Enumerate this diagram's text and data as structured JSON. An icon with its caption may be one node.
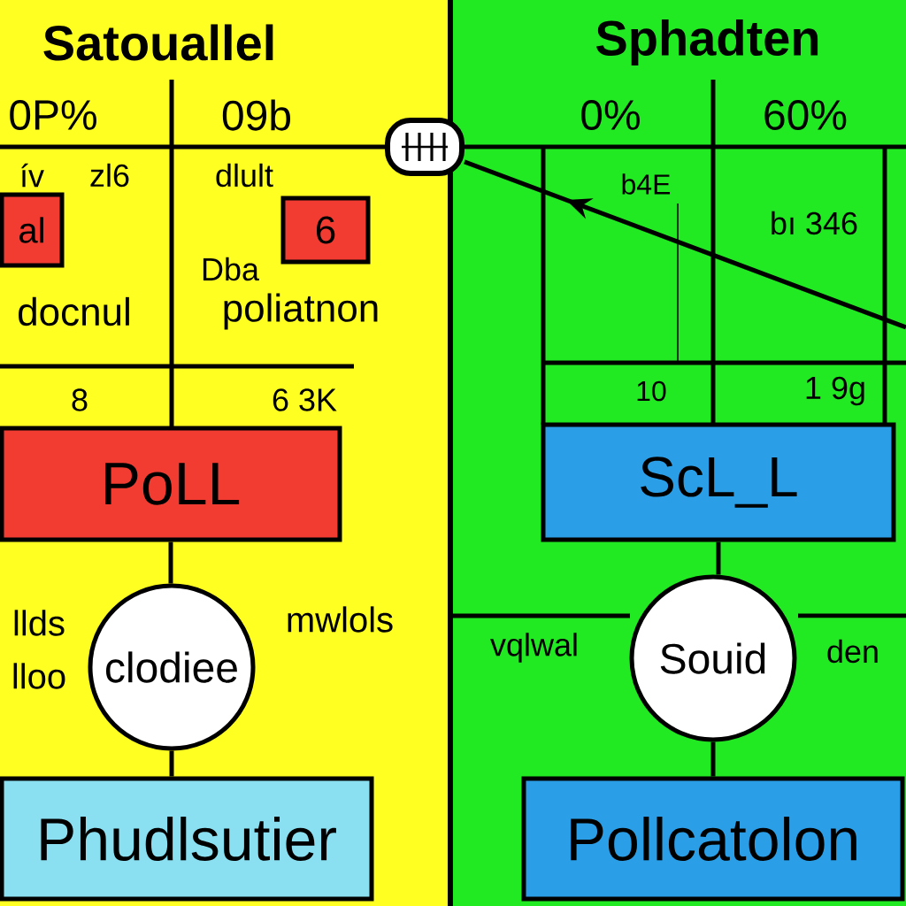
{
  "diagram": {
    "nodes": [
      {
        "text": [
          "Satouallel"
        ]
      },
      {
        "text": [
          "Sphadten"
        ]
      },
      {
        "text": [
          "al"
        ],
        "in": 0
      },
      {
        "text": [
          "6"
        ],
        "in": 0
      },
      {
        "text": [
          "PoLL"
        ],
        "in": 0
      },
      {
        "text": [
          "clodiee"
        ],
        "in": 0
      },
      {
        "text": [
          "Phudlsutier"
        ],
        "in": 0
      },
      {
        "text": [
          "ScL_L"
        ],
        "in": 1
      },
      {
        "text": [
          "Souid"
        ],
        "in": 1
      },
      {
        "text": [
          "Pollcatolon"
        ],
        "in": 1
      },
      {
        "text": [],
        "shape": "circle"
      }
    ],
    "edges": [
      {
        "from": 4,
        "to": 5,
        "arrow": "none"
      },
      {
        "from": 5,
        "to": 6,
        "arrow": "none"
      },
      {
        "from": 7,
        "to": 8,
        "arrow": "none"
      },
      {
        "from": 8,
        "to": 9,
        "arrow": "none"
      },
      {
        "from": 1,
        "to": 10,
        "arrow": "to"
      }
    ],
    "labels": [
      "0P%",
      "09b",
      "0%",
      "60%",
      "ív",
      "zl6",
      "dlult",
      "b4E",
      "bı 346",
      "Dba",
      "docnul",
      "poliatnon",
      "8",
      "6 3K",
      "10",
      "1 9g",
      "llds",
      "mwlols",
      "vqlwal",
      "den",
      "lloo"
    ]
  }
}
